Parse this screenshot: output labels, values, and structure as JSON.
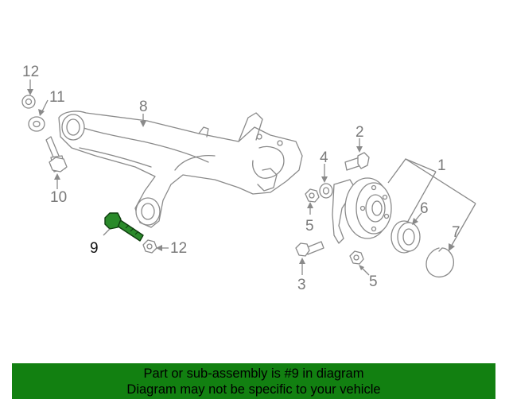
{
  "callouts": {
    "c1": "1",
    "c2": "2",
    "c3": "3",
    "c4": "4",
    "c5a": "5",
    "c5b": "5",
    "c6": "6",
    "c7": "7",
    "c8": "8",
    "c9": "9",
    "c10": "10",
    "c11": "11",
    "c12a": "12",
    "c12b": "12"
  },
  "highlight_part": "9",
  "banner": {
    "line1": "Part or sub-assembly is #9 in diagram",
    "line2": "Diagram may not be specific to your vehicle"
  },
  "colors": {
    "banner_bg": "#128011",
    "highlight": "#2a8a2a",
    "line_art": "#8a8a8a"
  }
}
